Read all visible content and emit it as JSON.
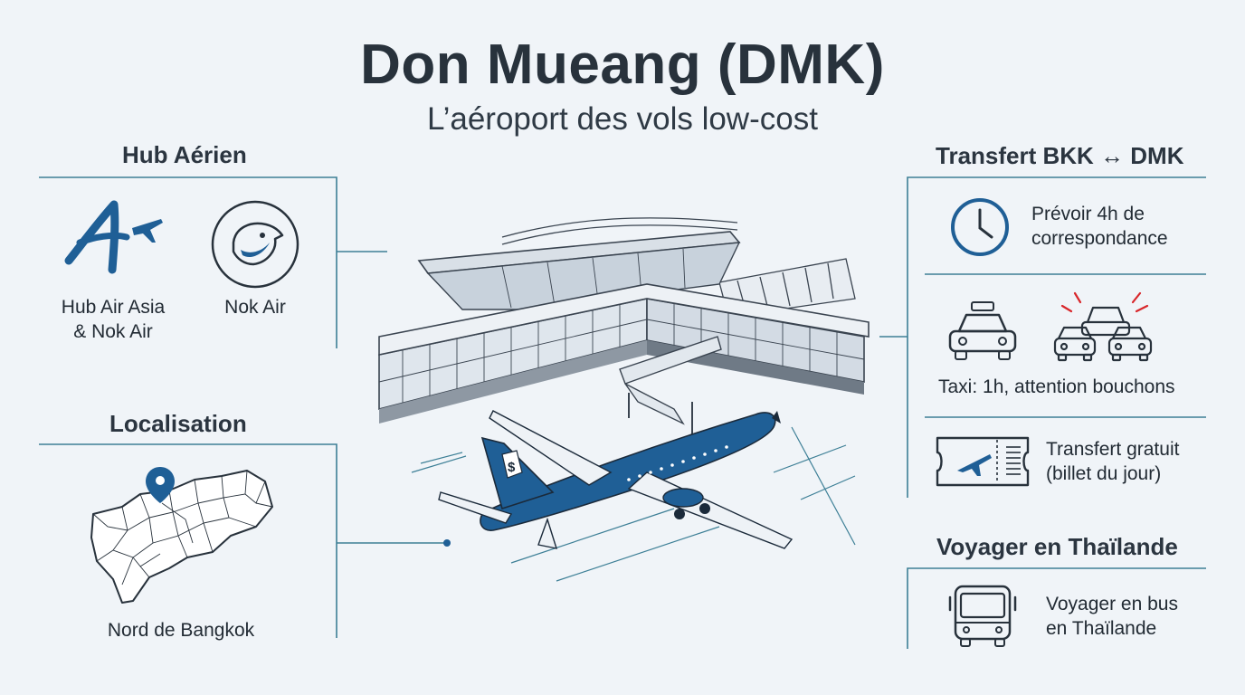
{
  "header": {
    "title": "Don Mueang (DMK)",
    "subtitle": "L’aéroport des vols low-cost"
  },
  "hub": {
    "title": "Hub Aérien",
    "airasia_label_1": "Hub Air Asia",
    "airasia_label_2": "& Nok Air",
    "nokair_label": "Nok Air"
  },
  "location": {
    "title": "Localisation",
    "label": "Nord de Bangkok"
  },
  "transfer": {
    "title": "Transfert BKK ↔ DMK",
    "connection_1": "Prévoir 4h de",
    "connection_2": "correspondance",
    "taxi": "Taxi: 1h, attention bouchons",
    "free_1": "Transfert gratuit",
    "free_2": "(billet du jour)"
  },
  "travel": {
    "title": "Voyager en Thaïlande",
    "bus_1": "Voyager en bus",
    "bus_2": "en Thaïlande"
  },
  "colors": {
    "accent_blue": "#1f5f96",
    "line_teal": "#3d7f96",
    "dark": "#28323c"
  }
}
